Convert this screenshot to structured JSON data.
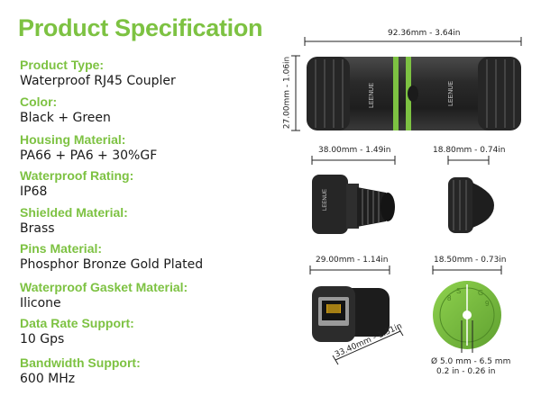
{
  "title": "Product Specification",
  "specs": [
    {
      "label": "Product Type:",
      "value": "Waterproof RJ45 Coupler"
    },
    {
      "label": "Color:",
      "value": "Black + Green"
    },
    {
      "label": "Housing Material:",
      "value": "PA66 + PA6 + 30%GF"
    },
    {
      "label": "Waterproof Rating:",
      "value": "IP68"
    },
    {
      "label": "Shielded Material:",
      "value": "Brass"
    },
    {
      "label": "Pins Material:",
      "value": "Phosphor Bronze Gold Plated"
    },
    {
      "label": "Waterproof Gasket Material:",
      "value": "Ilicone"
    },
    {
      "label": "Data Rate Support:",
      "value": "10 Gps"
    },
    {
      "label": "Bandwidth Support:",
      "value": "600 MHz"
    }
  ],
  "dimensions": {
    "total_length": "92.36mm - 3.64in",
    "diameter": "27.00mm - 1.06in",
    "half_length": "38.00mm - 1.49in",
    "cap_length": "18.80mm - 0.74in",
    "face_width": "29.00mm - 1.14in",
    "gasket_width": "18.50mm - 0.73in",
    "body_diagonal": "33.40mm - 1.31in",
    "hole_mm": "Ø 5.0 mm - 6.5 mm",
    "hole_in": "0.2 in - 0.26 in"
  },
  "brand": "LEENUE",
  "colors": {
    "accent": "#7dc242",
    "body": "#2b2b2b",
    "text": "#1a1a1a"
  }
}
